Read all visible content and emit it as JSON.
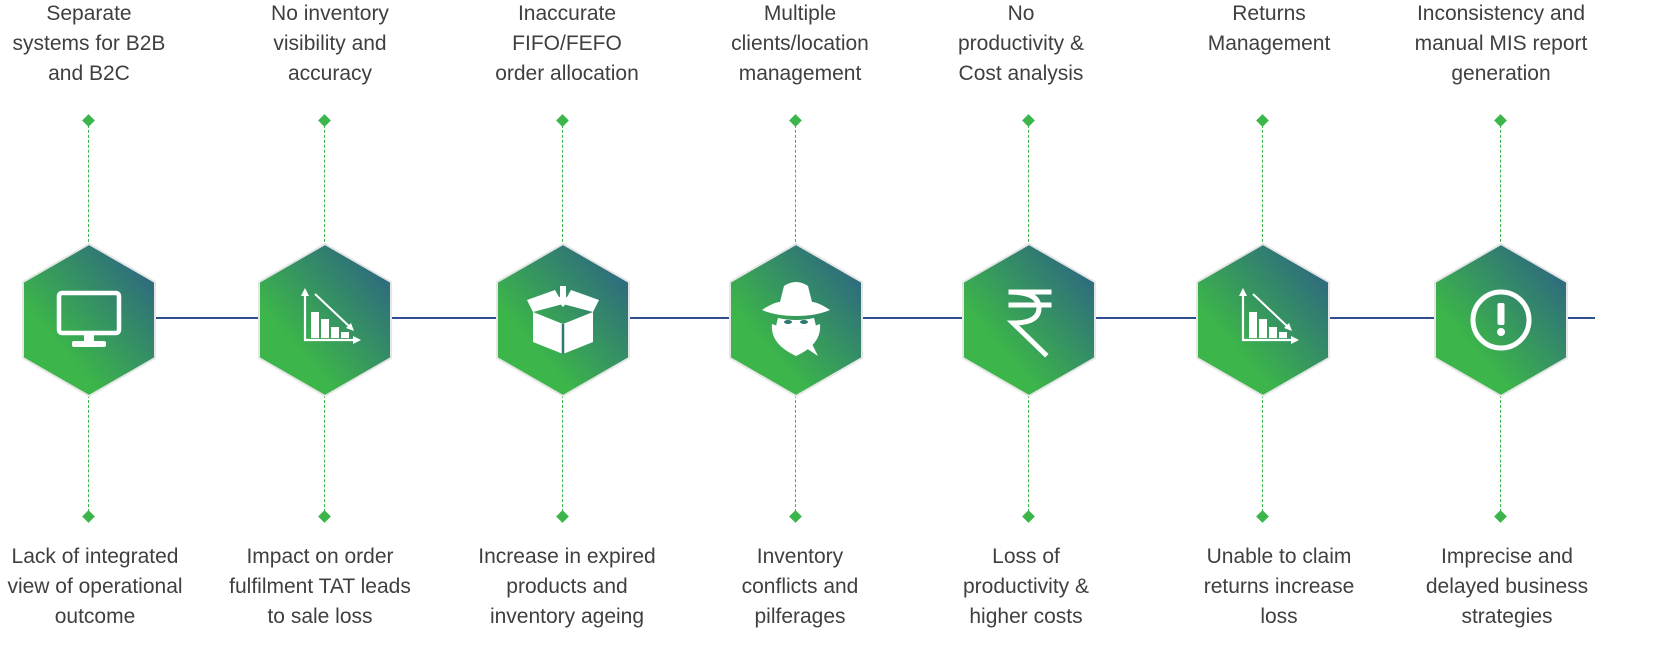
{
  "colors": {
    "gradient_start": "#3cb54a",
    "gradient_end": "#2b5b8a",
    "timeline": "#2f4f8f",
    "connector": "#3cb54a",
    "text": "#3f3f3f"
  },
  "steps": [
    {
      "top_lines": [
        "Separate",
        "systems for B2B",
        "and B2C"
      ],
      "bottom_lines": [
        "Lack of integrated",
        "view of operational",
        "outcome"
      ],
      "icon": "monitor-icon"
    },
    {
      "top_lines": [
        "No inventory",
        "visibility and",
        "accuracy"
      ],
      "bottom_lines": [
        "Impact on order",
        "fulfilment TAT leads",
        "to sale loss"
      ],
      "icon": "declining-chart-icon"
    },
    {
      "top_lines": [
        "Inaccurate",
        "FIFO/FEFO",
        "order allocation"
      ],
      "bottom_lines": [
        "Increase in expired",
        "products and",
        "inventory ageing"
      ],
      "icon": "open-box-icon"
    },
    {
      "top_lines": [
        "Multiple",
        "clients/location",
        "management"
      ],
      "bottom_lines": [
        "Inventory",
        "conflicts and",
        "pilferages"
      ],
      "icon": "bandit-icon"
    },
    {
      "top_lines": [
        "No",
        "productivity &",
        "Cost analysis"
      ],
      "bottom_lines": [
        "Loss of",
        "productivity &",
        "higher costs"
      ],
      "icon": "rupee-icon"
    },
    {
      "top_lines": [
        "Returns",
        "Management"
      ],
      "bottom_lines": [
        "Unable to claim",
        "returns increase",
        "loss"
      ],
      "icon": "declining-chart-icon"
    },
    {
      "top_lines": [
        "Inconsistency and",
        "manual MIS report",
        "generation"
      ],
      "bottom_lines": [
        "Imprecise and",
        "delayed business",
        "strategies"
      ],
      "icon": "alert-icon"
    }
  ]
}
